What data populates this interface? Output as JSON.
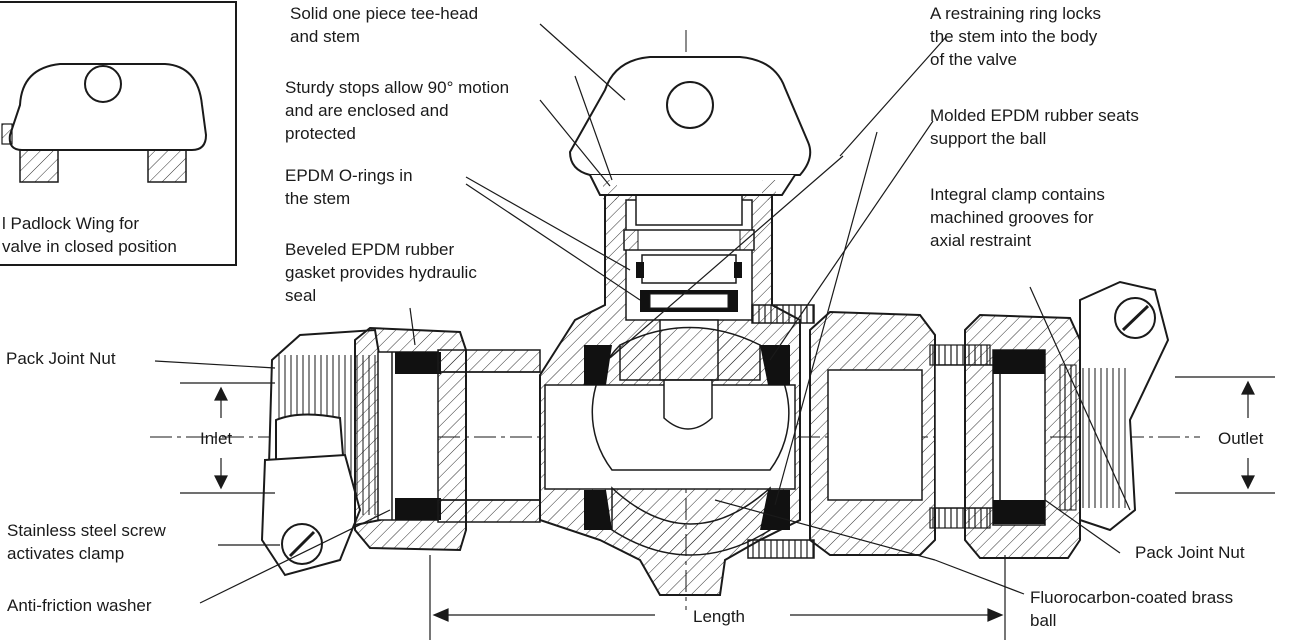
{
  "inset": {
    "caption_lines": [
      "l Padlock Wing for",
      "valve in closed position"
    ]
  },
  "labels": {
    "tee_head": [
      "Solid one piece tee-head",
      "and stem"
    ],
    "stops": [
      "Sturdy stops allow 90° motion",
      "and are enclosed and",
      "protected"
    ],
    "orings": [
      "EPDM O-rings in",
      "the stem"
    ],
    "gasket": [
      "Beveled EPDM rubber",
      "gasket provides hydraulic",
      "seal"
    ],
    "pack_nut_left": "Pack Joint Nut",
    "inlet": "Inlet",
    "screw": [
      "Stainless steel screw",
      "activates clamp"
    ],
    "washer": "Anti-friction washer",
    "ring": [
      "A restraining ring locks",
      "the stem into the body",
      "of the valve"
    ],
    "seats": [
      "Molded EPDM rubber seats",
      "support the ball"
    ],
    "clamp": [
      "Integral clamp contains",
      "machined grooves for",
      "axial restraint"
    ],
    "outlet": "Outlet",
    "pack_nut_right": "Pack Joint Nut",
    "ball": [
      "Fluorocarbon-coated brass",
      "ball"
    ],
    "length": "Length"
  },
  "colors": {
    "line": "#1a1a1a",
    "rubber": "#111111",
    "paper": "#ffffff"
  }
}
